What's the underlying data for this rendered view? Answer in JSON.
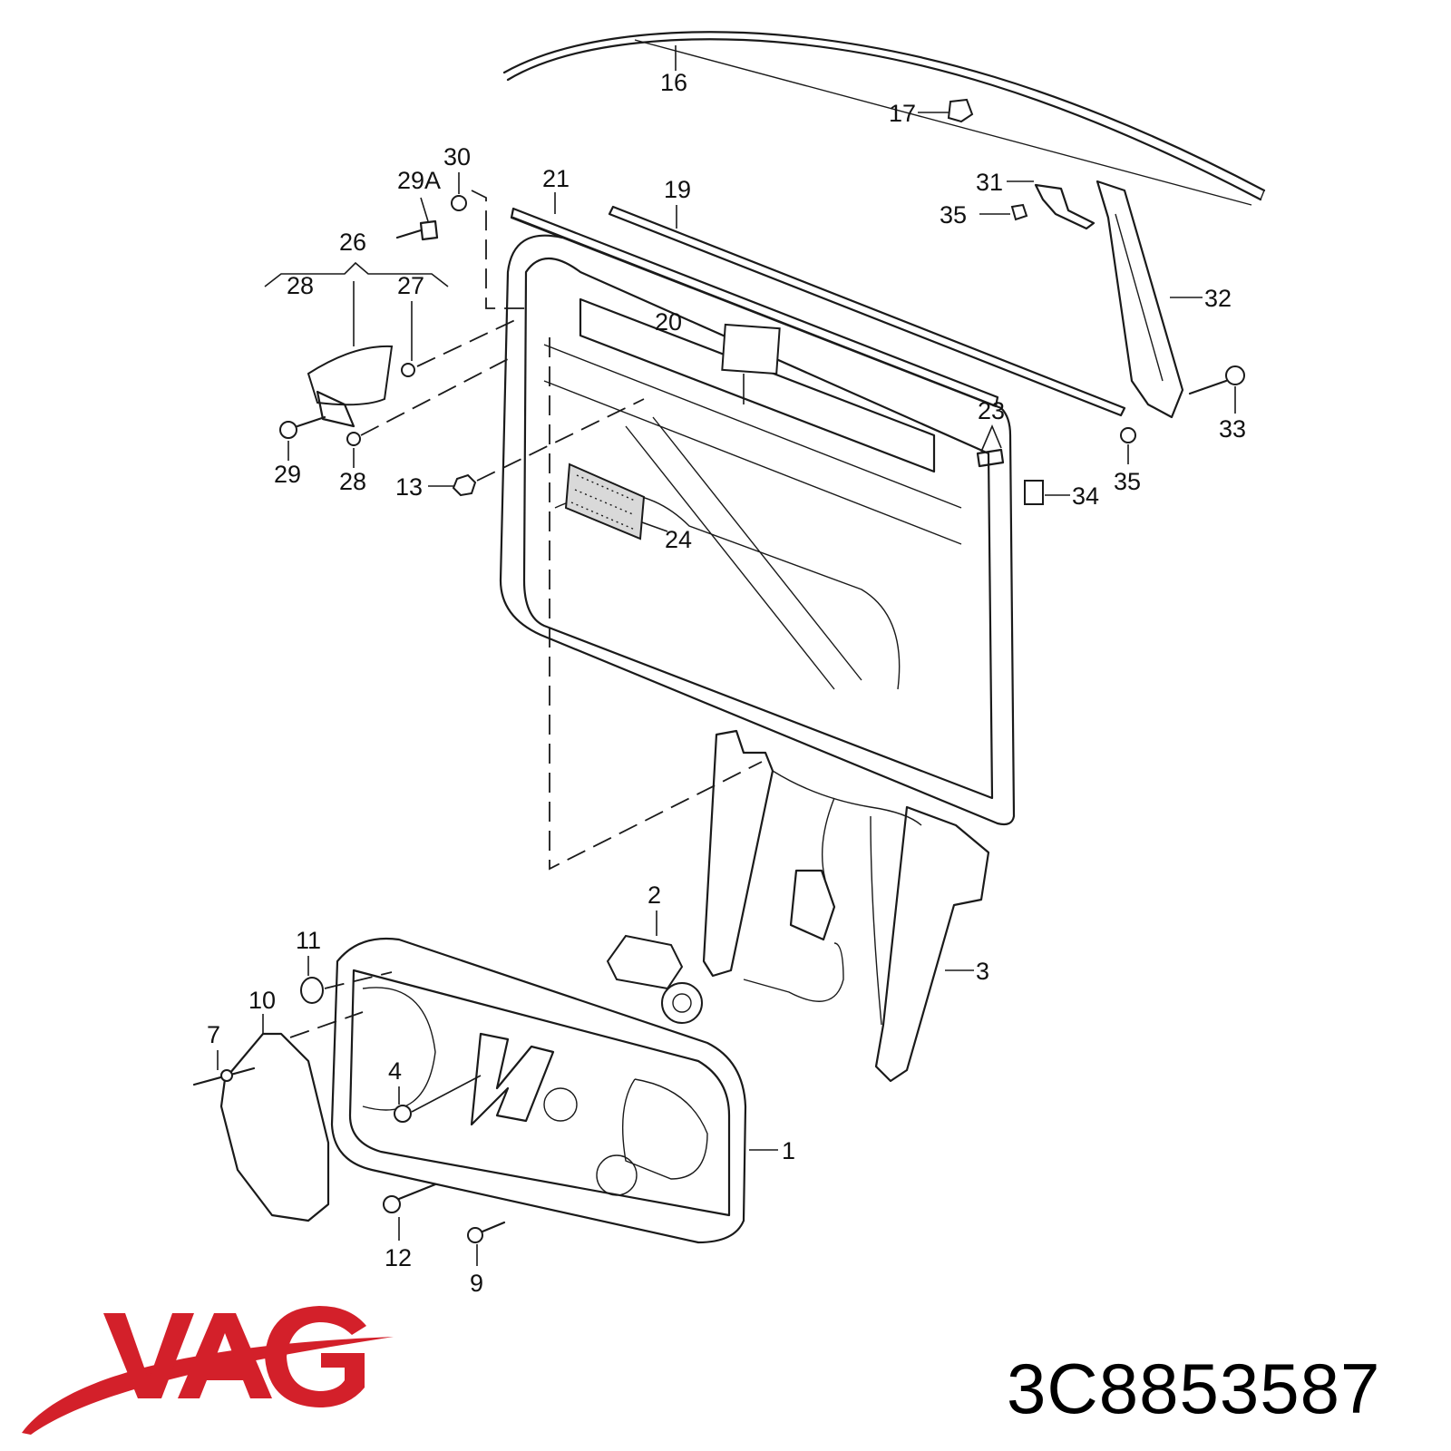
{
  "brand": {
    "name": "VAG",
    "color": "#d3202a"
  },
  "part_number": "3C8853587",
  "callouts": [
    {
      "id": "c16",
      "label": "16"
    },
    {
      "id": "c17",
      "label": "17"
    },
    {
      "id": "c30",
      "label": "30"
    },
    {
      "id": "c29a",
      "label": "29A"
    },
    {
      "id": "c21",
      "label": "21"
    },
    {
      "id": "c19",
      "label": "19"
    },
    {
      "id": "c31",
      "label": "31"
    },
    {
      "id": "c35a",
      "label": "35"
    },
    {
      "id": "c26",
      "label": "26"
    },
    {
      "id": "c28a",
      "label": "28"
    },
    {
      "id": "c27",
      "label": "27"
    },
    {
      "id": "c32",
      "label": "32"
    },
    {
      "id": "c20",
      "label": "20"
    },
    {
      "id": "c23",
      "label": "23"
    },
    {
      "id": "c33",
      "label": "33"
    },
    {
      "id": "c29",
      "label": "29"
    },
    {
      "id": "c28b",
      "label": "28"
    },
    {
      "id": "c13",
      "label": "13"
    },
    {
      "id": "c35b",
      "label": "35"
    },
    {
      "id": "c34",
      "label": "34"
    },
    {
      "id": "c24",
      "label": "24"
    },
    {
      "id": "c2",
      "label": "2"
    },
    {
      "id": "c11",
      "label": "11"
    },
    {
      "id": "c3",
      "label": "3"
    },
    {
      "id": "c10",
      "label": "10"
    },
    {
      "id": "c7",
      "label": "7"
    },
    {
      "id": "c4",
      "label": "4"
    },
    {
      "id": "c1",
      "label": "1"
    },
    {
      "id": "c12",
      "label": "12"
    },
    {
      "id": "c9",
      "label": "9"
    }
  ]
}
